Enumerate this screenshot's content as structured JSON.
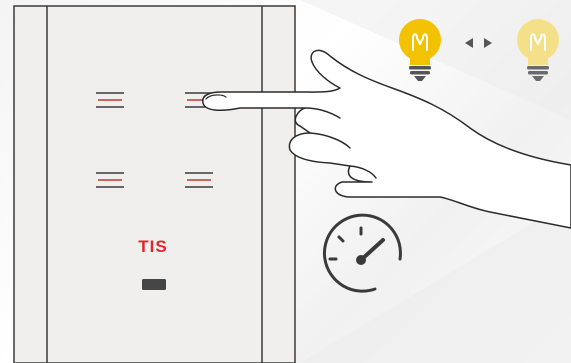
{
  "brand": {
    "logo_text": "TIS",
    "logo_color": "#e0252b"
  },
  "panel": {
    "button_count": 4,
    "frame_color": "#3a3a3a",
    "surface_color": "#f0efee",
    "button_line_colors": [
      "#3a3a3a",
      "#c0392b",
      "#3a3a3a"
    ]
  },
  "bulbs": [
    {
      "state": "on-bright",
      "color": "#f2c200"
    },
    {
      "state": "on-dim",
      "color": "#f5e08a"
    }
  ],
  "icons": [
    "bulb-bright-icon",
    "arrow-left-icon",
    "arrow-right-icon",
    "bulb-dim-icon",
    "hand-pointer-icon",
    "speedometer-icon"
  ]
}
